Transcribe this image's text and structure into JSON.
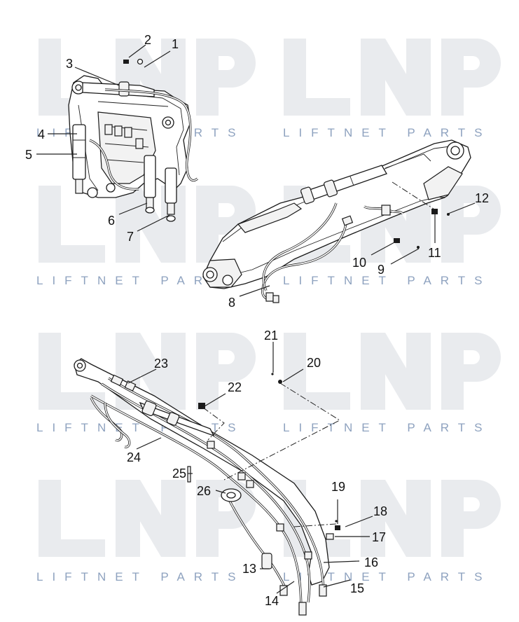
{
  "watermark": {
    "logo": "LNP",
    "text": "LIFTNET PARTS",
    "color": "#8ea2bf",
    "logo_color": "#e9ebee"
  },
  "callouts": [
    "1",
    "2",
    "3",
    "4",
    "5",
    "6",
    "7",
    "8",
    "9",
    "10",
    "11",
    "12",
    "13",
    "14",
    "15",
    "16",
    "17",
    "18",
    "19",
    "20",
    "21",
    "22",
    "23",
    "24",
    "25",
    "26"
  ]
}
